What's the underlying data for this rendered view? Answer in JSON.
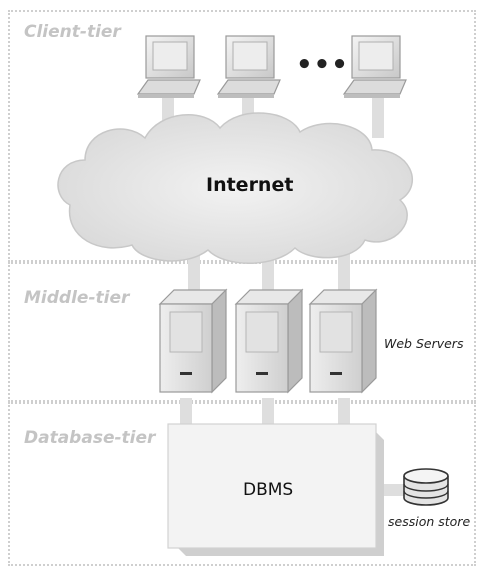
{
  "tiers": {
    "client": "Client-tier",
    "middle": "Middle-tier",
    "database": "Database-tier"
  },
  "cloud_label": "Internet",
  "clients_ellipsis": "•••",
  "servers_label": "Web Servers",
  "dbms_label": "DBMS",
  "session_store_label": "session store",
  "icons": {
    "client": "desktop-computer-icon",
    "server": "server-tower-icon",
    "store": "database-cylinder-icon",
    "cloud": "cloud-icon"
  },
  "colors": {
    "tier_label": "#c4c4c4",
    "connector": "#dcdcdc",
    "dbms_fill": "#f0f0f0",
    "cloud_fill": "#e6e6e6"
  }
}
